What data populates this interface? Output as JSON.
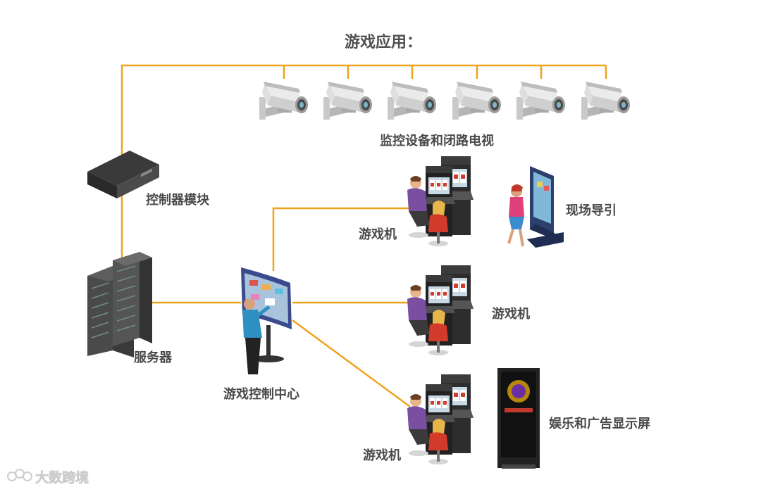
{
  "diagram": {
    "title": "游戏应用：",
    "nodes": {
      "cameras": "监控设备和闭路电视",
      "controller": "控制器模块",
      "server": "服务器",
      "control_center": "游戏控制中心",
      "slot_top": "游戏机",
      "kiosk": "现场导引",
      "slot_middle": "游戏机",
      "slot_bottom": "游戏机",
      "display": "娱乐和广告显示屏"
    },
    "connection_color": "#f0a21b",
    "watermark": "大数跨境"
  }
}
